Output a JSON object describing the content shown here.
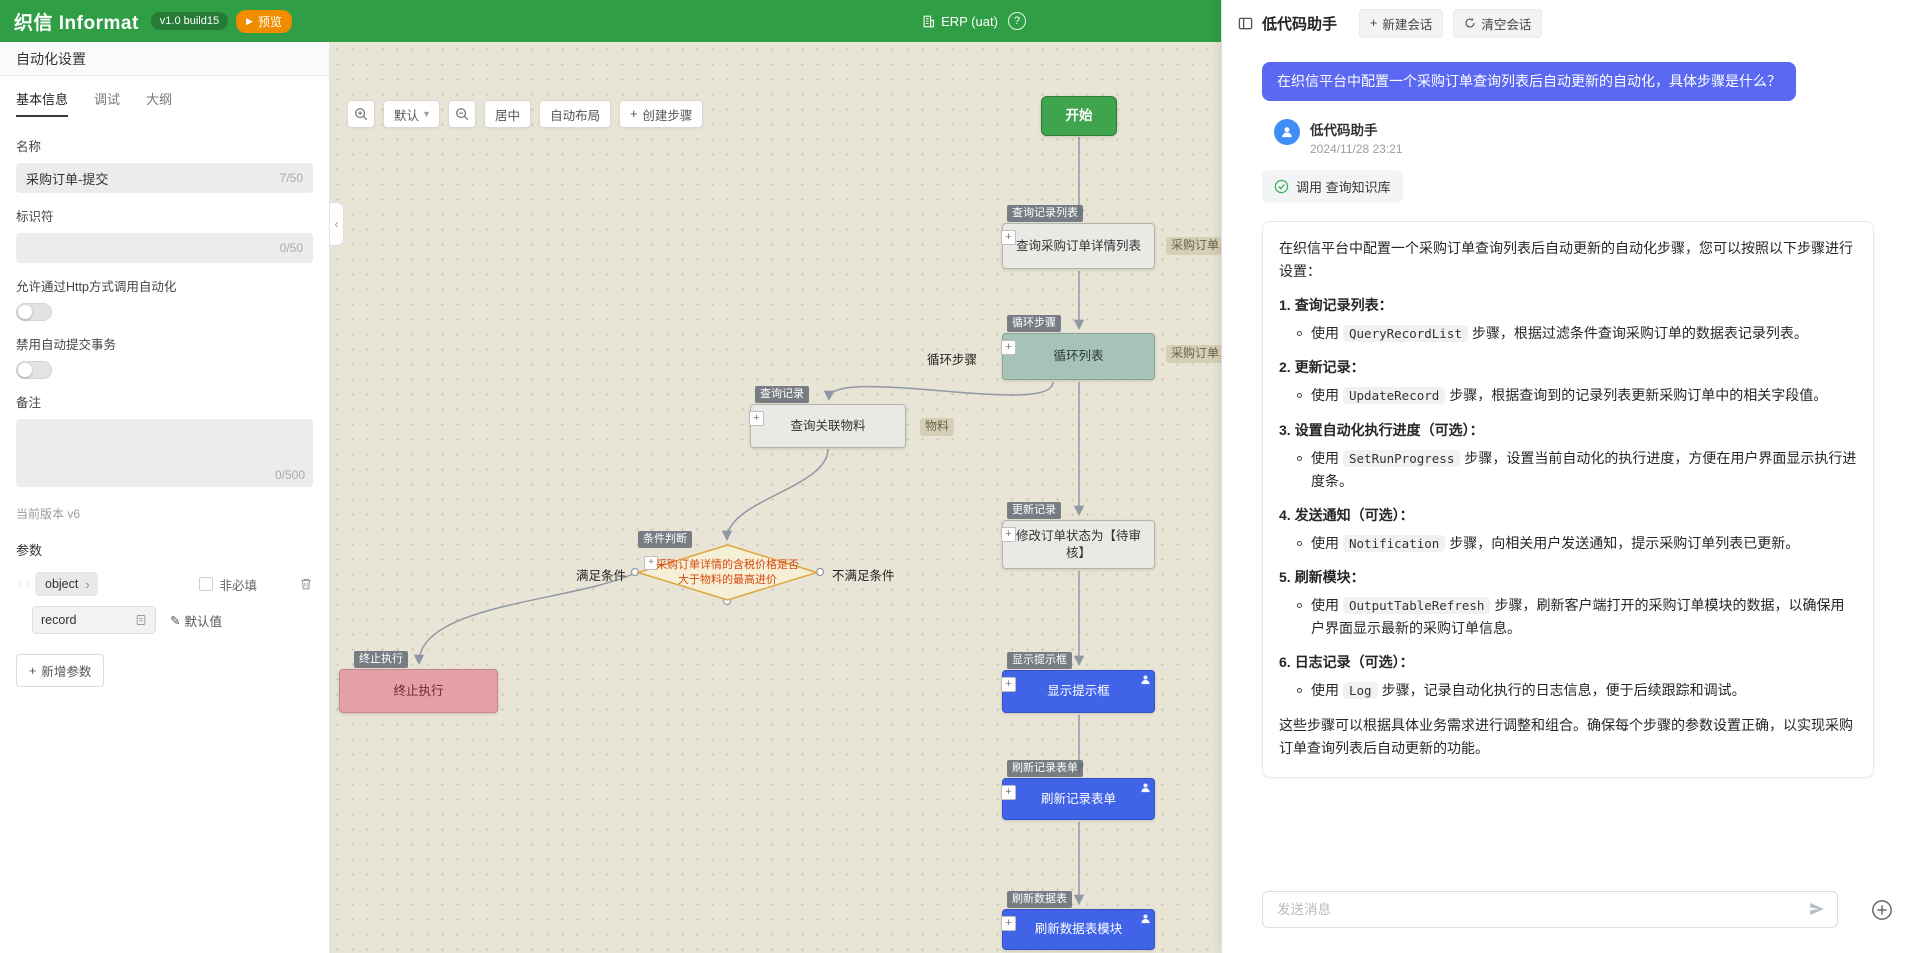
{
  "topbar": {
    "logo": "织信 Informat",
    "version": "v1.0 build15",
    "preview": "预览",
    "env": "ERP (uat)"
  },
  "left_panel": {
    "title": "自动化设置",
    "tabs": [
      {
        "label": "基本信息"
      },
      {
        "label": "调试"
      },
      {
        "label": "大纲"
      }
    ],
    "name_label": "名称",
    "name_value": "采购订单-提交",
    "name_counter": "7/50",
    "identifier_label": "标识符",
    "identifier_counter": "0/50",
    "http_label": "允许通过Http方式调用自动化",
    "transaction_label": "禁用自动提交事务",
    "remark_label": "备注",
    "remark_counter": "0/500",
    "version_text": "当前版本 v6",
    "params_title": "参数",
    "param_type": "object",
    "optional_label": "非必填",
    "param_name": "record",
    "default_value": "默认值",
    "add_param": "新增参数"
  },
  "canvas": {
    "toolbar": {
      "preset": "默认",
      "center": "居中",
      "auto_layout": "自动布局",
      "create_step": "创建步骤"
    },
    "nodes": {
      "start": {
        "label": "开始"
      },
      "query_list": {
        "tag": "查询记录列表",
        "label": "查询采购订单详情列表",
        "out": "采购订单…"
      },
      "loop": {
        "tag": "循环步骤",
        "label": "循环列表",
        "left_label": "循环步骤",
        "out": "采购订单…"
      },
      "query_material": {
        "tag": "查询记录",
        "label": "查询关联物料",
        "out": "物料"
      },
      "condition": {
        "tag": "条件判断",
        "label": "采购订单详情的含税价格是否大于物料的最高进价",
        "yes_label": "满足条件",
        "no_label": "不满足条件"
      },
      "terminate": {
        "tag": "终止执行",
        "label": "终止执行"
      },
      "update": {
        "tag": "更新记录",
        "label": "修改订单状态为【待审核】"
      },
      "toast": {
        "tag": "显示提示框",
        "label": "显示提示框"
      },
      "refresh_form": {
        "tag": "刷新记录表单",
        "label": "刷新记录表单"
      },
      "refresh_table": {
        "tag": "刷新数据表",
        "label": "刷新数据表模块"
      }
    }
  },
  "chat": {
    "title": "低代码助手",
    "new_session": "新建会话",
    "clear_session": "清空会话",
    "user_message": "在织信平台中配置一个采购订单查询列表后自动更新的自动化，具体步骤是什么？",
    "assistant_name": "低代码助手",
    "timestamp": "2024/11/28 23:21",
    "tool_call": "调用 查询知识库",
    "intro": "在织信平台中配置一个采购订单查询列表后自动更新的自动化步骤，您可以按照以下步骤进行设置：",
    "steps": [
      {
        "num": "1.",
        "title": "查询记录列表：",
        "pre": "使用",
        "code": "QueryRecordList",
        "post": "步骤，根据过滤条件查询采购订单的数据表记录列表。"
      },
      {
        "num": "2.",
        "title": "更新记录：",
        "pre": "使用",
        "code": "UpdateRecord",
        "post": "步骤，根据查询到的记录列表更新采购订单中的相关字段值。"
      },
      {
        "num": "3.",
        "title": "设置自动化执行进度（可选）：",
        "pre": "使用",
        "code": "SetRunProgress",
        "post": "步骤，设置当前自动化的执行进度，方便在用户界面显示执行进度条。"
      },
      {
        "num": "4.",
        "title": "发送通知（可选）：",
        "pre": "使用",
        "code": "Notification",
        "post": "步骤，向相关用户发送通知，提示采购订单列表已更新。"
      },
      {
        "num": "5.",
        "title": "刷新模块：",
        "pre": "使用",
        "code": "OutputTableRefresh",
        "post": "步骤，刷新客户端打开的采购订单模块的数据，以确保用户界面显示最新的采购订单信息。"
      },
      {
        "num": "6.",
        "title": "日志记录（可选）：",
        "pre": "使用",
        "code": "Log",
        "post": "步骤，记录自动化执行的日志信息，便于后续跟踪和调试。"
      }
    ],
    "outro": "这些步骤可以根据具体业务需求进行调整和组合。确保每个步骤的参数设置正确，以实现采购订单查询列表后自动更新的功能。",
    "input_placeholder": "发送消息"
  },
  "icons": {
    "plus": "+",
    "caret_down": "▾",
    "chevron_right": "›",
    "chevron_left": "‹",
    "help": "?",
    "play": "▶",
    "pencil": "✎",
    "drag": "⋮⋮"
  }
}
